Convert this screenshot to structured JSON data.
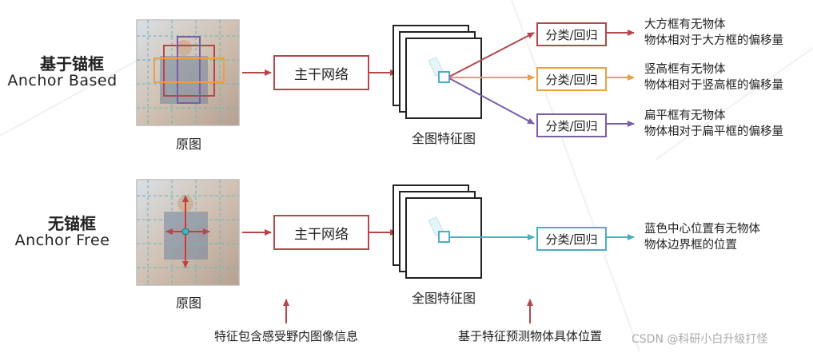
{
  "rows": [
    {
      "title_cn": "基于锚框",
      "title_en": "Anchor Based",
      "image_label": "原图",
      "backbone_label": "主干网络",
      "feature_label": "全图特征图",
      "branches": [
        {
          "cls_label": "分类/回归",
          "desc_line1": "大方框有无物体",
          "desc_line2": "物体相对于大方框的偏移量",
          "color": "#b5474b"
        },
        {
          "cls_label": "分类/回归",
          "desc_line1": "竖高框有无物体",
          "desc_line2": "物体相对于竖高框的偏移量",
          "color": "#e8a04a"
        },
        {
          "cls_label": "分类/回归",
          "desc_line1": "扁平框有无物体",
          "desc_line2": "物体相对于扁平框的偏移量",
          "color": "#7b5ea8"
        }
      ]
    },
    {
      "title_cn": "无锚框",
      "title_en": "Anchor Free",
      "image_label": "原图",
      "backbone_label": "主干网络",
      "feature_label": "全图特征图",
      "branches": [
        {
          "cls_label": "分类/回归",
          "desc_line1": "蓝色中心位置有无物体",
          "desc_line2": "物体边界框的位置",
          "color": "#4ab0c0"
        }
      ]
    }
  ],
  "notes": {
    "left": "特征包含感受野内图像信息",
    "right": "基于特征预测物体具体位置"
  },
  "watermark": "CSDN @科研小白升级打怪",
  "colors": {
    "arrow_main": "#b5474b",
    "orange": "#e8a04a",
    "purple": "#7b5ea8",
    "cyan": "#4ab0c0"
  }
}
